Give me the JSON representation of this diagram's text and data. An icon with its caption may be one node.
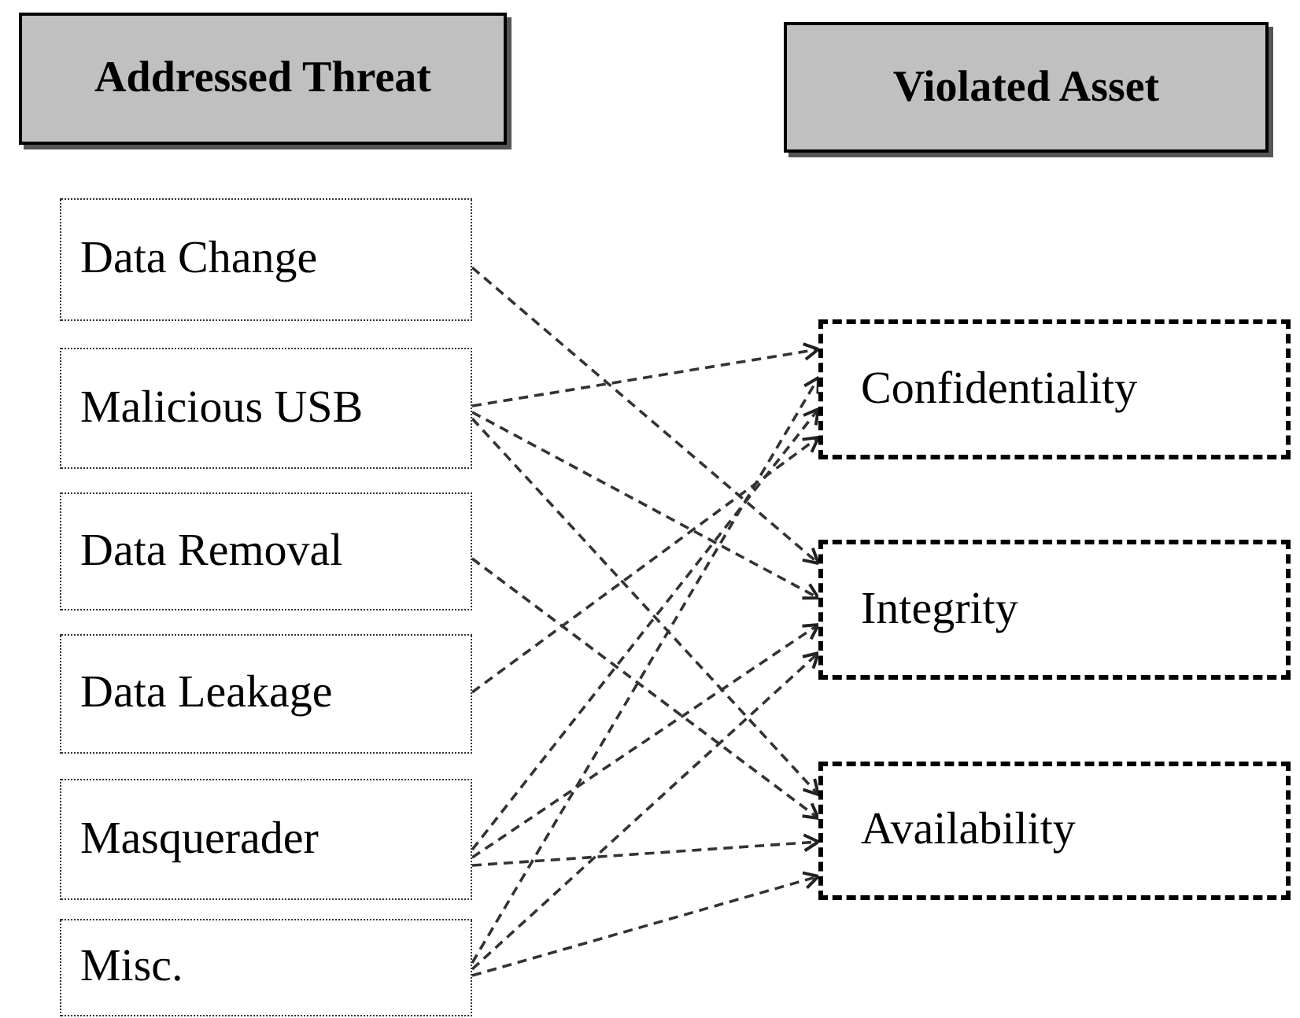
{
  "diagram": {
    "nodes": [
      {
        "text": [
          "Addressed Threat"
        ]
      },
      {
        "text": [
          "Violated Asset"
        ]
      },
      {
        "text": [
          "Data Change"
        ]
      },
      {
        "text": [
          "Malicious USB"
        ]
      },
      {
        "text": [
          "Data Removal"
        ]
      },
      {
        "text": [
          "Data Leakage"
        ]
      },
      {
        "text": [
          "Masquerader"
        ]
      },
      {
        "text": [
          "Misc."
        ]
      },
      {
        "text": [
          "Confidentiality"
        ]
      },
      {
        "text": [
          "Integrity"
        ]
      },
      {
        "text": [
          "Availability"
        ]
      }
    ],
    "edges": [
      {
        "from": 2,
        "to": 9,
        "arrow": "to",
        "style": "dashed"
      },
      {
        "from": 3,
        "to": 8,
        "arrow": "to",
        "style": "dashed"
      },
      {
        "from": 3,
        "to": 9,
        "arrow": "to",
        "style": "dashed"
      },
      {
        "from": 3,
        "to": 10,
        "arrow": "to",
        "style": "dashed"
      },
      {
        "from": 4,
        "to": 10,
        "arrow": "to",
        "style": "dashed"
      },
      {
        "from": 5,
        "to": 8,
        "arrow": "to",
        "style": "dashed"
      },
      {
        "from": 6,
        "to": 8,
        "arrow": "to",
        "style": "dashed"
      },
      {
        "from": 6,
        "to": 9,
        "arrow": "to",
        "style": "dashed"
      },
      {
        "from": 6,
        "to": 10,
        "arrow": "to",
        "style": "dashed"
      },
      {
        "from": 7,
        "to": 8,
        "arrow": "to",
        "style": "dashed"
      },
      {
        "from": 7,
        "to": 9,
        "arrow": "to",
        "style": "dashed"
      },
      {
        "from": 7,
        "to": 10,
        "arrow": "to",
        "style": "dashed"
      }
    ]
  }
}
